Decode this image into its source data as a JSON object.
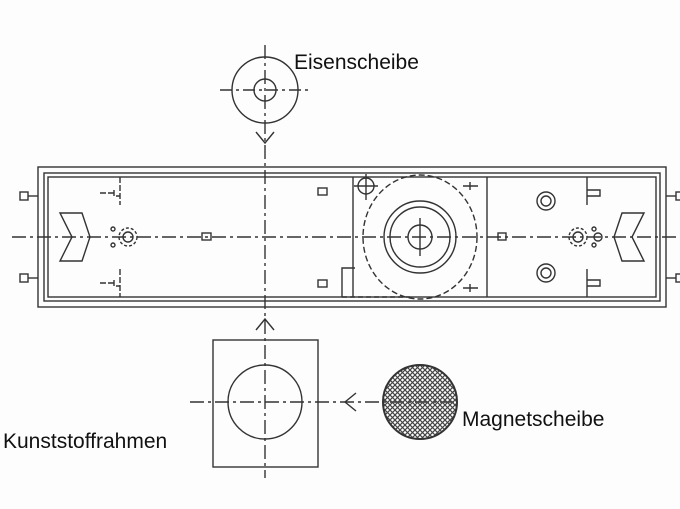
{
  "labels": {
    "iron_disc": "Eisenscheibe",
    "magnet_disc": "Magnetscheibe",
    "plastic_frame": "Kunststoffrahmen"
  },
  "colors": {
    "line": "#333333",
    "hatch": "#444444"
  }
}
